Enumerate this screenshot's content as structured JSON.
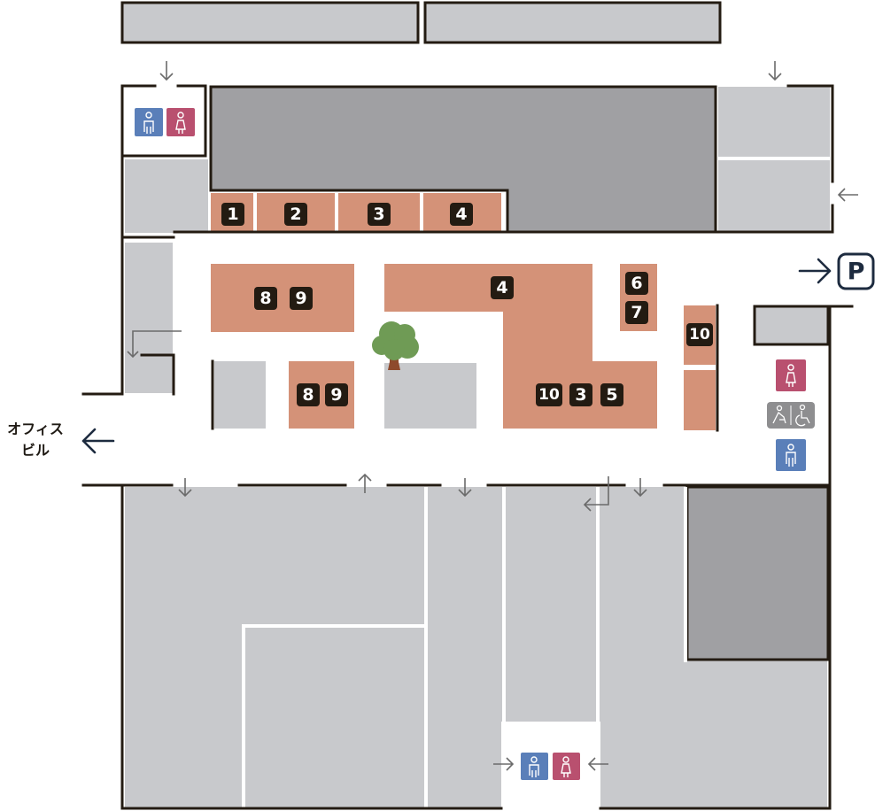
{
  "labels": {
    "office_building_line1": "オフィス",
    "office_building_line2": "ビル",
    "parking": "P"
  },
  "shop_numbers": {
    "s1": "1",
    "s2": "2",
    "s3": "3",
    "s4": "4",
    "s4b": "4",
    "s89a_8": "8",
    "s89a_9": "9",
    "s67_6": "6",
    "s67_7": "7",
    "s10a": "10",
    "s89b_8": "8",
    "s89b_9": "9",
    "s1035_10": "10",
    "s1035_3": "3",
    "s1035_5": "5"
  },
  "colors": {
    "shop": "#d49278",
    "other_area": "#c8c9cc",
    "dark_area": "#a0a0a3",
    "wall": "#231b12",
    "badge": "#231b12",
    "male": "#5a7fb9",
    "female": "#b9506f",
    "accessible": "#8e8e90",
    "arrow": "#6b6b6b",
    "tree_leaves": "#6f9b55",
    "tree_trunk": "#8e4a2c",
    "navy": "#1d2b3f"
  },
  "icons": [
    "male-restroom-icon",
    "female-restroom-icon",
    "accessible-restroom-icon",
    "tree-icon",
    "parking-icon",
    "arrow-icon"
  ]
}
